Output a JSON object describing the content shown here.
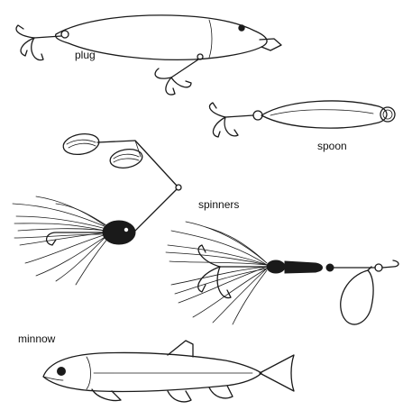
{
  "labels": {
    "plug": "plug",
    "spoon": "spoon",
    "spinners": "spinners",
    "minnow": "minnow"
  },
  "icons": {
    "plug": "plug-lure-icon",
    "spoon": "spoon-lure-icon",
    "spinner_bait": "spinnerbait-icon",
    "inline_spinner": "inline-spinner-icon",
    "minnow": "minnow-fish-icon"
  }
}
